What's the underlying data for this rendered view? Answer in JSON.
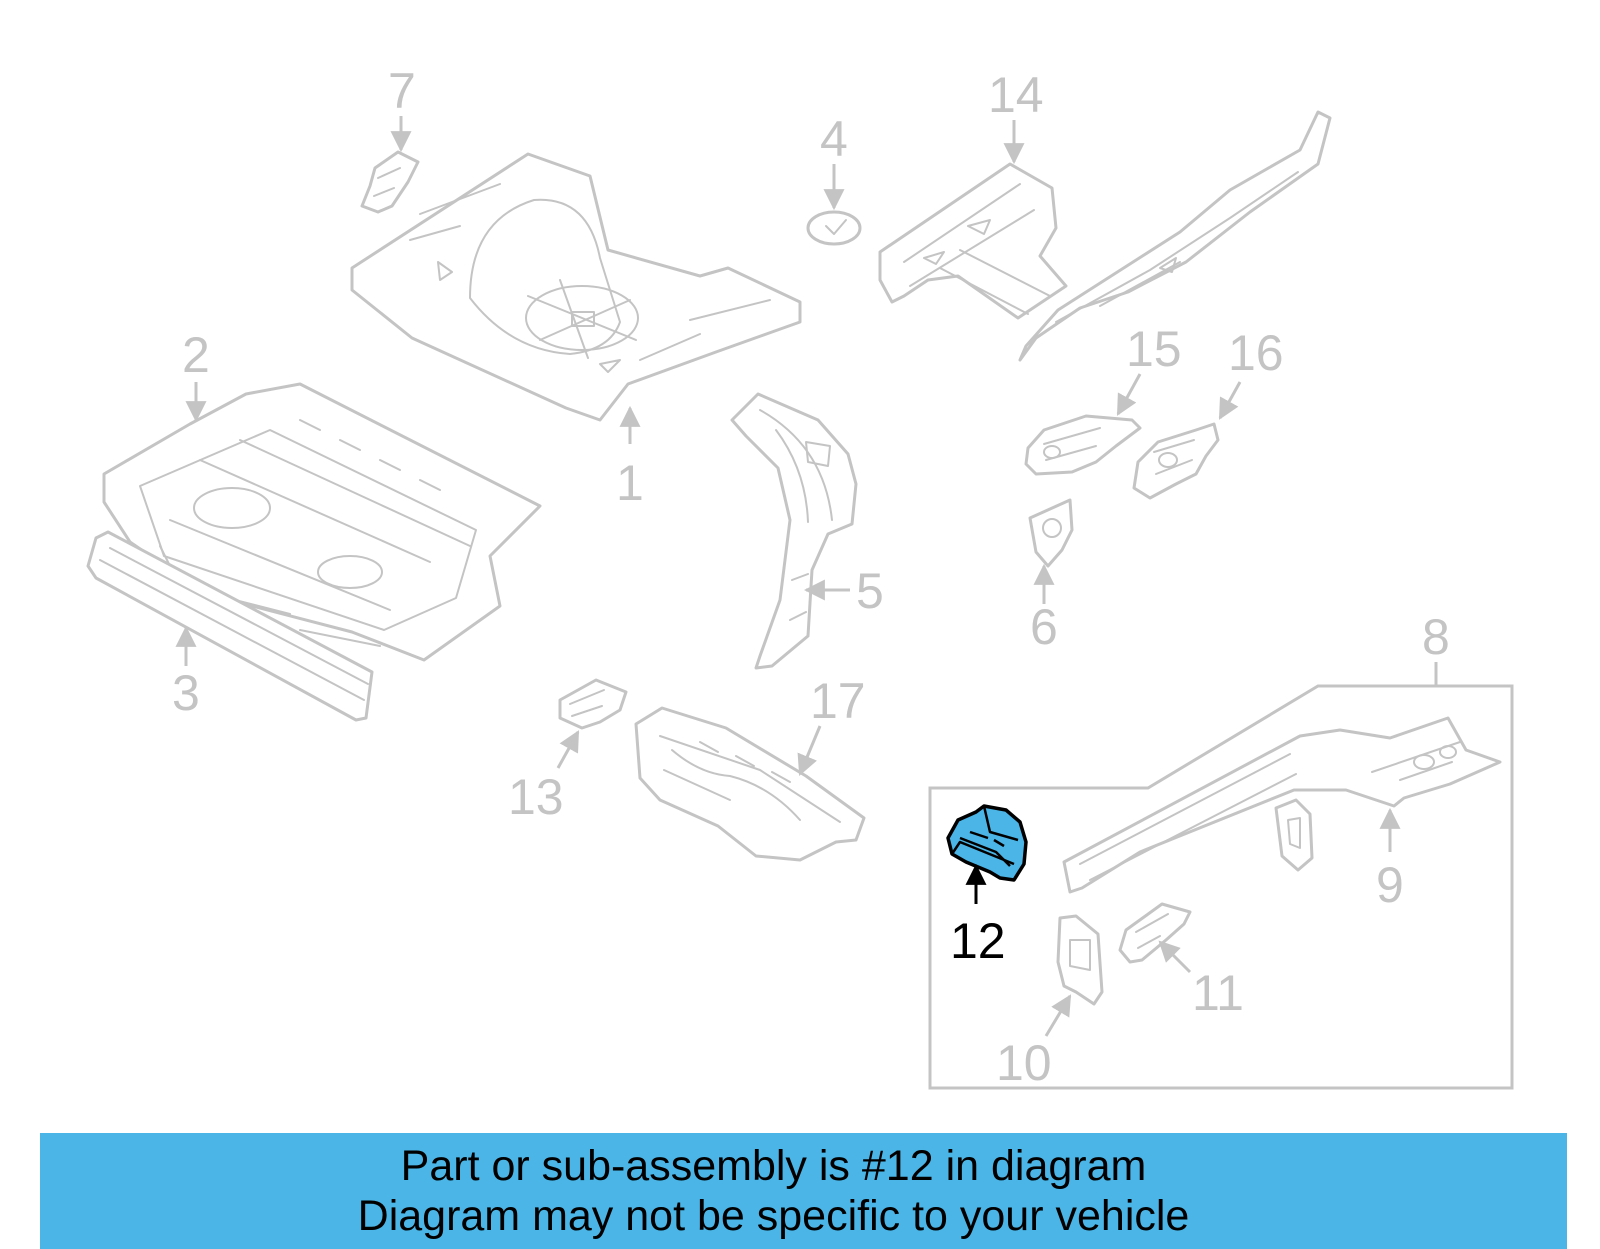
{
  "diagram": {
    "callouts": [
      "1",
      "2",
      "3",
      "4",
      "5",
      "6",
      "7",
      "8",
      "9",
      "10",
      "11",
      "12",
      "13",
      "14",
      "15",
      "16",
      "17"
    ],
    "highlighted_callout": "12",
    "colors": {
      "line": "#c4c4c4",
      "highlight_fill": "#4ab5e6",
      "highlight_stroke": "#000000",
      "banner_background": "#4ab5e6",
      "text": "#000000"
    }
  },
  "footer": {
    "line1": "Part or sub-assembly is #12 in diagram",
    "line2": "Diagram may not be specific to your vehicle"
  }
}
